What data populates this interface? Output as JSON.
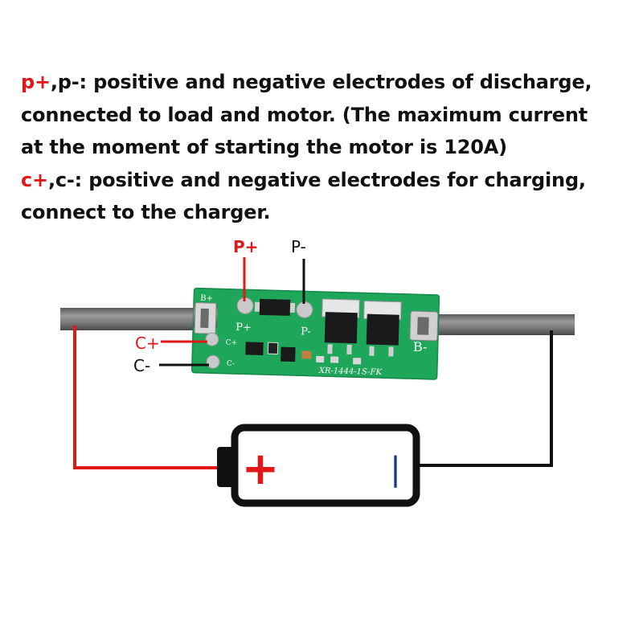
{
  "description": {
    "line1": {
      "term": "p+",
      "rest": ",p-: positive and negative electrodes of discharge,"
    },
    "line2": "connected to load and motor. (The maximum current",
    "line3": "at the moment of starting the motor is 120A)",
    "line4": {
      "term": "c+",
      "rest": ",c-: positive and negative electrodes for charging,"
    },
    "line5": "connect to the charger."
  },
  "labels": {
    "p_plus": "P+",
    "p_minus": "P-",
    "c_plus": "C+",
    "c_minus": "C-"
  },
  "pcb": {
    "silk_b_plus": "B+",
    "silk_p_plus": "P+",
    "silk_p_minus": "P-",
    "silk_c_plus": "C+",
    "silk_c_minus": "C-",
    "silk_b_minus": "B-",
    "model": "XR-1444-1S-FK"
  },
  "battery": {
    "plus_symbol": "+",
    "minus_symbol": "|"
  },
  "colors": {
    "highlight": "#e01818",
    "pcb_green": "#1ea65a",
    "wire_red": "#e01818",
    "wire_black": "#111111",
    "minus_mark": "#1a3a8a"
  }
}
